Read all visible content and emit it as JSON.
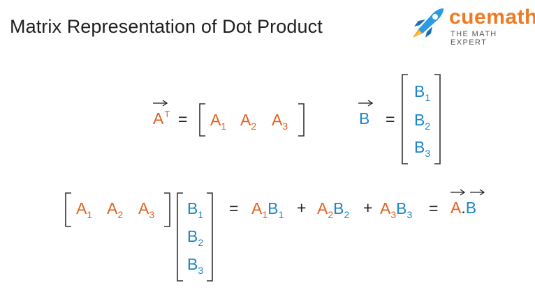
{
  "title": "Matrix Representation of Dot Product",
  "logo": {
    "brand": "cuemath",
    "tagline": "THE MATH EXPERT"
  },
  "colors": {
    "a_terms": "#e0621e",
    "b_terms": "#1b86c9",
    "text": "#1f1f1f",
    "brand": "#ef7a22"
  },
  "symbols": {
    "A": "A",
    "B": "B",
    "transpose": "T",
    "equals": "=",
    "plus": "+",
    "dot": ".",
    "sub1": "1",
    "sub2": "2",
    "sub3": "3"
  }
}
